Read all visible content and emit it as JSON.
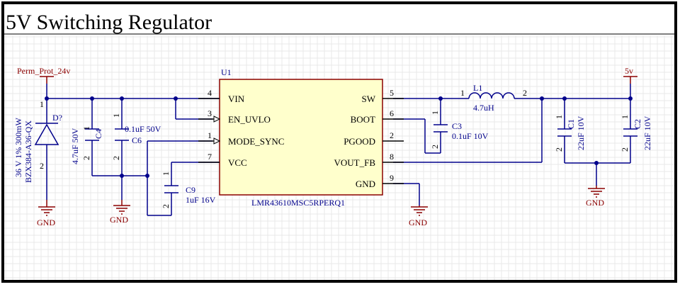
{
  "title": "5V Switching Regulator",
  "ic": {
    "designator": "U1",
    "part": "LMR43610MSC5RPERQ1",
    "left_pins": [
      {
        "num": "4",
        "name": "VIN"
      },
      {
        "num": "3",
        "name": "EN_UVLO"
      },
      {
        "num": "1",
        "name": "MODE_SYNC"
      },
      {
        "num": "7",
        "name": "VCC"
      }
    ],
    "right_pins": [
      {
        "num": "5",
        "name": "SW"
      },
      {
        "num": "6",
        "name": "BOOT"
      },
      {
        "num": "2",
        "name": "PGOOD"
      },
      {
        "num": "8",
        "name": "VOUT_FB"
      },
      {
        "num": "9",
        "name": "GND"
      }
    ]
  },
  "power": {
    "input": "Perm_Prot_24v",
    "output": "5v",
    "ground": "GND"
  },
  "diode": {
    "designator": "D?",
    "value": "36 V  1%  300mW",
    "part": "BZX384-A36-QX",
    "pin_top": "1",
    "pin_bottom": "2"
  },
  "c4": {
    "designator": "C4",
    "value": "4.7uF 50V"
  },
  "c6": {
    "designator": "C6",
    "value": "0.1uF 50V"
  },
  "c9": {
    "designator": "C9",
    "value": "1uF 16V"
  },
  "c3": {
    "designator": "C3",
    "value": "0.1uF 10V"
  },
  "l1": {
    "designator": "L1",
    "value": "4.7uH",
    "pin1": "1",
    "pin2": "2"
  },
  "c1": {
    "designator": "C1",
    "value": "22uF 10V"
  },
  "c2": {
    "designator": "C2",
    "value": "22uF 10V"
  },
  "cap_pins": {
    "p1": "1",
    "p2": "2"
  }
}
